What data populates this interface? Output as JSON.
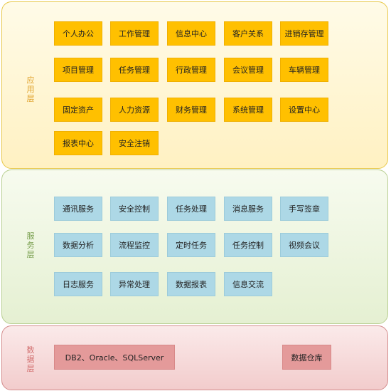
{
  "layers": {
    "app": {
      "label": "应用层",
      "items": [
        "个人办公",
        "工作管理",
        "信息中心",
        "客户关系",
        "进销存管理",
        "项目管理",
        "任务管理",
        "行政管理",
        "会议管理",
        "车辆管理",
        "固定资产",
        "人力资源",
        "财务管理",
        "系统管理",
        "设置中心",
        "报表中心",
        "安全注销"
      ]
    },
    "service": {
      "label": "服务层",
      "items": [
        "通讯服务",
        "安全控制",
        "任务处理",
        "消息服务",
        "手写签章",
        "数据分析",
        "流程监控",
        "定时任务",
        "任务控制",
        "视频会议",
        "日志服务",
        "异常处理",
        "数据报表",
        "信息交流"
      ]
    },
    "data": {
      "label": "数据层",
      "items": [
        "DB2、Oracle、SQLServer",
        "数据仓库"
      ]
    }
  },
  "colors": {
    "app_fill": "#ffc000",
    "service_fill": "#add8e6",
    "data_fill": "#e49a9a"
  }
}
